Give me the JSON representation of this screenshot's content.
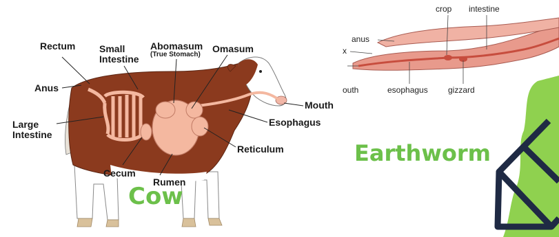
{
  "cow": {
    "title": "Cow",
    "labels": {
      "rectum": "Rectum",
      "small_intestine": "Small\nIntestine",
      "abomasum": "Abomasum",
      "abomasum_sub": "(True Stomach)",
      "omasum": "Omasum",
      "anus": "Anus",
      "large_intestine": "Large\nIntestine",
      "mouth": "Mouth",
      "esophagus": "Esophagus",
      "reticulum": "Reticulum",
      "cecum": "Cecum",
      "rumen": "Rumen"
    }
  },
  "earthworm": {
    "title": "Earthworm",
    "labels": {
      "crop": "crop",
      "intestine": "intestine",
      "anus": "anus",
      "x_cut": "x",
      "mouth_cut": "outh",
      "esophagus": "esophagus",
      "gizzard": "gizzard"
    }
  },
  "colors": {
    "title_green": "#6cc04a",
    "cow_brown": "#8b3a1e",
    "organ_pink": "#f4b8a0",
    "worm_pink": "#e89a8c",
    "pencil_navy": "#1f2a44",
    "blob_green": "#8fd14f"
  },
  "decor": {
    "pencil": "pencil-icon"
  }
}
